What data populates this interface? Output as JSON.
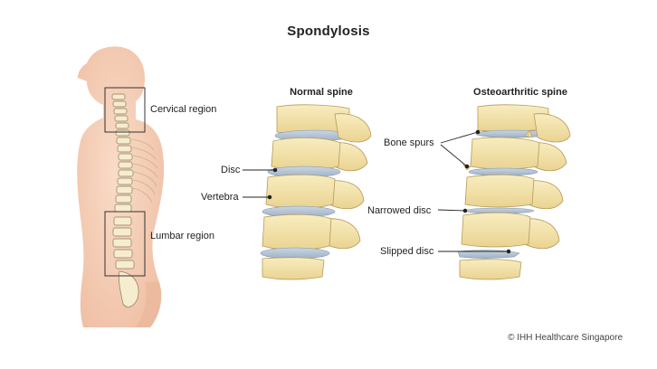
{
  "title": "Spondylosis",
  "panels": {
    "normal": {
      "heading": "Normal spine"
    },
    "osteo": {
      "heading": "Osteoarthritic spine"
    }
  },
  "labels": {
    "cervical": "Cervical region",
    "lumbar": "Lumbar region",
    "disc": "Disc",
    "vertebra": "Vertebra",
    "bone_spurs": "Bone spurs",
    "narrowed_disc": "Narrowed disc",
    "slipped_disc": "Slipped disc"
  },
  "credit": "© IHH Healthcare Singapore",
  "colors": {
    "skin": "#f6cdb4",
    "skin_shade": "#eab59a",
    "bone": "#f3e4a7",
    "bone_dark": "#e2c979",
    "disc_blue": "#aebfd3",
    "disc_light": "#d9e2ec",
    "outline": "#333333"
  }
}
